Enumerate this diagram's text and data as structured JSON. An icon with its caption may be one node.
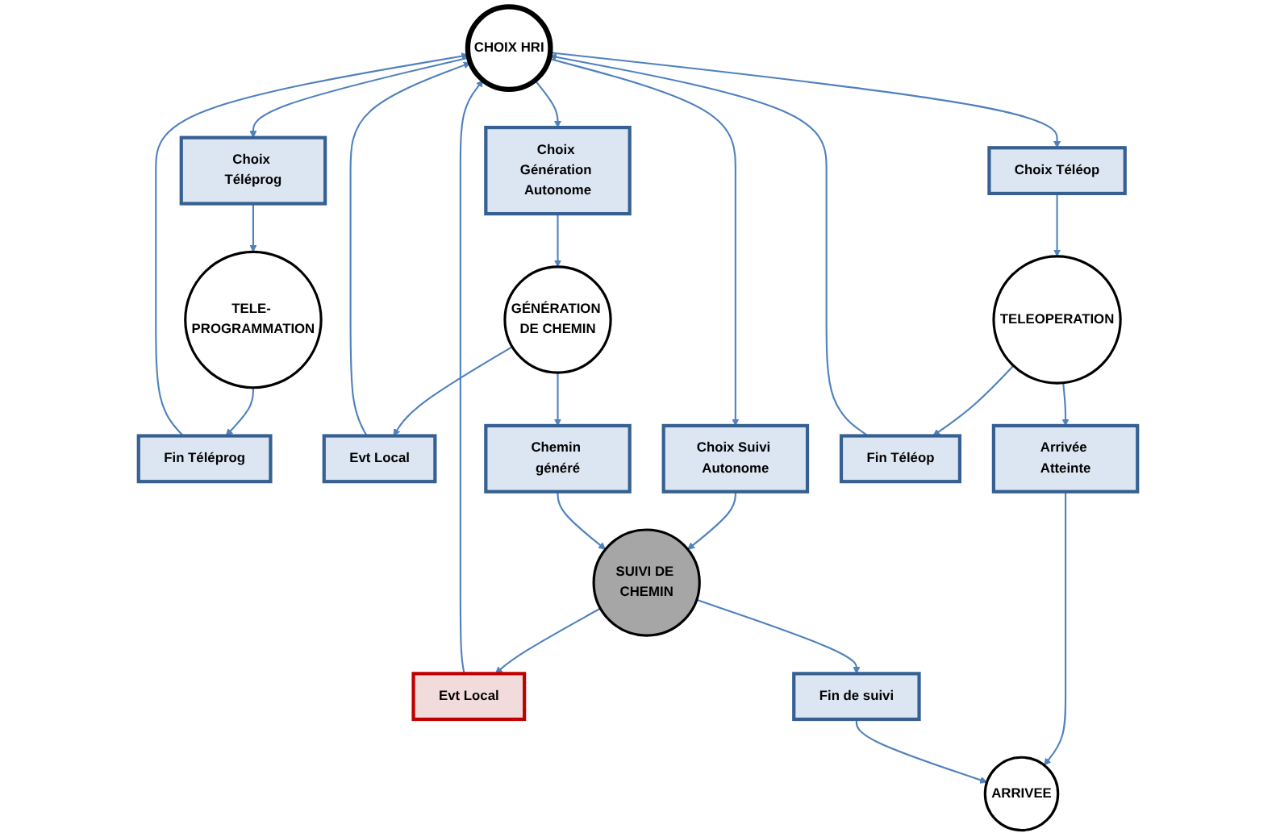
{
  "diagram": {
    "nodes": [
      {
        "text": [
          "TELE- PROGRAMMATION"
        ]
      },
      {
        "text": [
          "Choix Téléprog"
        ]
      },
      {
        "text": [
          "CHOIX HRI"
        ]
      },
      {
        "text": [
          "Choix Téléop"
        ]
      },
      {
        "text": [
          "TELEOPERATION"
        ]
      },
      {
        "text": [
          "Fin Téléprog"
        ]
      },
      {
        "text": [
          "Fin Téléop"
        ]
      },
      {
        "text": [
          "Evt Local"
        ]
      },
      {
        "text": [
          "Choix Génération Autonome"
        ]
      },
      {
        "text": [
          "Choix Suivi Autonome"
        ]
      },
      {
        "text": [
          "Evt Local"
        ]
      },
      {
        "text": [
          "Arrivée Atteinte"
        ]
      },
      {
        "text": [
          "Chemin généré"
        ]
      },
      {
        "text": [
          "Fin de suivi"
        ]
      },
      {
        "text": [
          "GÉNÉRATION DE CHEMIN"
        ]
      },
      {
        "text": [
          "SUIVI DE CHEMIN"
        ]
      },
      {
        "text": [
          "ARRIVEE"
        ]
      }
    ],
    "edges": [
      {
        "from": 2,
        "to": 1,
        "arrow": "to"
      },
      {
        "from": 1,
        "to": 0,
        "arrow": "to"
      },
      {
        "from": 0,
        "to": 5,
        "arrow": "to"
      },
      {
        "from": 5,
        "to": 2,
        "arrow": "to"
      },
      {
        "from": 2,
        "to": 3,
        "arrow": "to"
      },
      {
        "from": 3,
        "to": 4,
        "arrow": "to"
      },
      {
        "from": 4,
        "to": 6,
        "arrow": "to"
      },
      {
        "from": 6,
        "to": 2,
        "arrow": "to"
      },
      {
        "from": 14,
        "to": 7,
        "arrow": "to"
      },
      {
        "from": 7,
        "to": 2,
        "arrow": "to"
      },
      {
        "from": 2,
        "to": 8,
        "arrow": "to"
      },
      {
        "from": 8,
        "to": 14,
        "arrow": "to"
      },
      {
        "from": 2,
        "to": 9,
        "arrow": "to"
      },
      {
        "from": 9,
        "to": 15,
        "arrow": "to"
      },
      {
        "from": 15,
        "to": 10,
        "arrow": "to"
      },
      {
        "from": 10,
        "to": 2,
        "arrow": "to"
      },
      {
        "from": 4,
        "to": 11,
        "arrow": "to"
      },
      {
        "from": 11,
        "to": 16,
        "arrow": "to"
      },
      {
        "from": 14,
        "to": 12,
        "arrow": "to"
      },
      {
        "from": 12,
        "to": 15,
        "arrow": "to"
      },
      {
        "from": 15,
        "to": 13,
        "arrow": "to"
      },
      {
        "from": 13,
        "to": 16,
        "arrow": "to"
      }
    ]
  }
}
